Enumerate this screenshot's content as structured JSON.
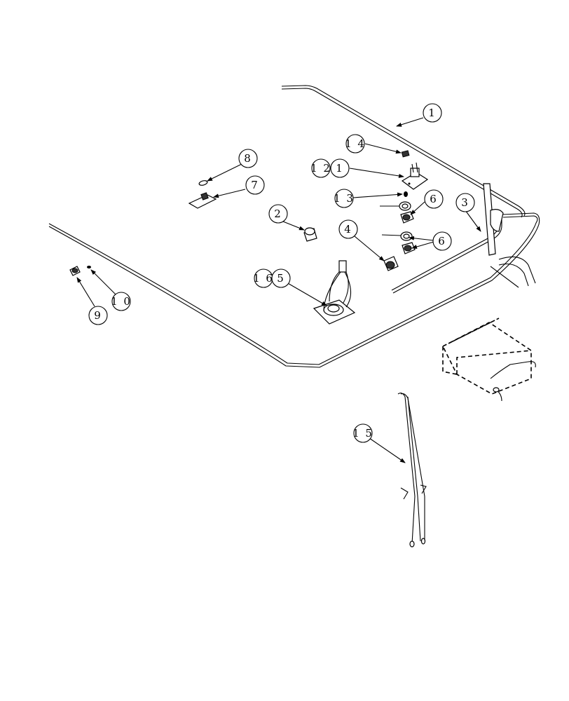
{
  "callouts": [
    {
      "id": "1",
      "label": "1"
    },
    {
      "id": "1b",
      "label": "1"
    },
    {
      "id": "2",
      "label": "2"
    },
    {
      "id": "3",
      "label": "3"
    },
    {
      "id": "4",
      "label": "4"
    },
    {
      "id": "5",
      "label": "5"
    },
    {
      "id": "6a",
      "label": "6"
    },
    {
      "id": "6b",
      "label": "6"
    },
    {
      "id": "7",
      "label": "7"
    },
    {
      "id": "8",
      "label": "8"
    },
    {
      "id": "9",
      "label": "9"
    },
    {
      "id": "10",
      "label": "1 0"
    },
    {
      "id": "12",
      "label": "1 2"
    },
    {
      "id": "13",
      "label": "1 3"
    },
    {
      "id": "14",
      "label": "1 4"
    },
    {
      "id": "15",
      "label": "1 5"
    },
    {
      "id": "16",
      "label": "1 6"
    }
  ]
}
